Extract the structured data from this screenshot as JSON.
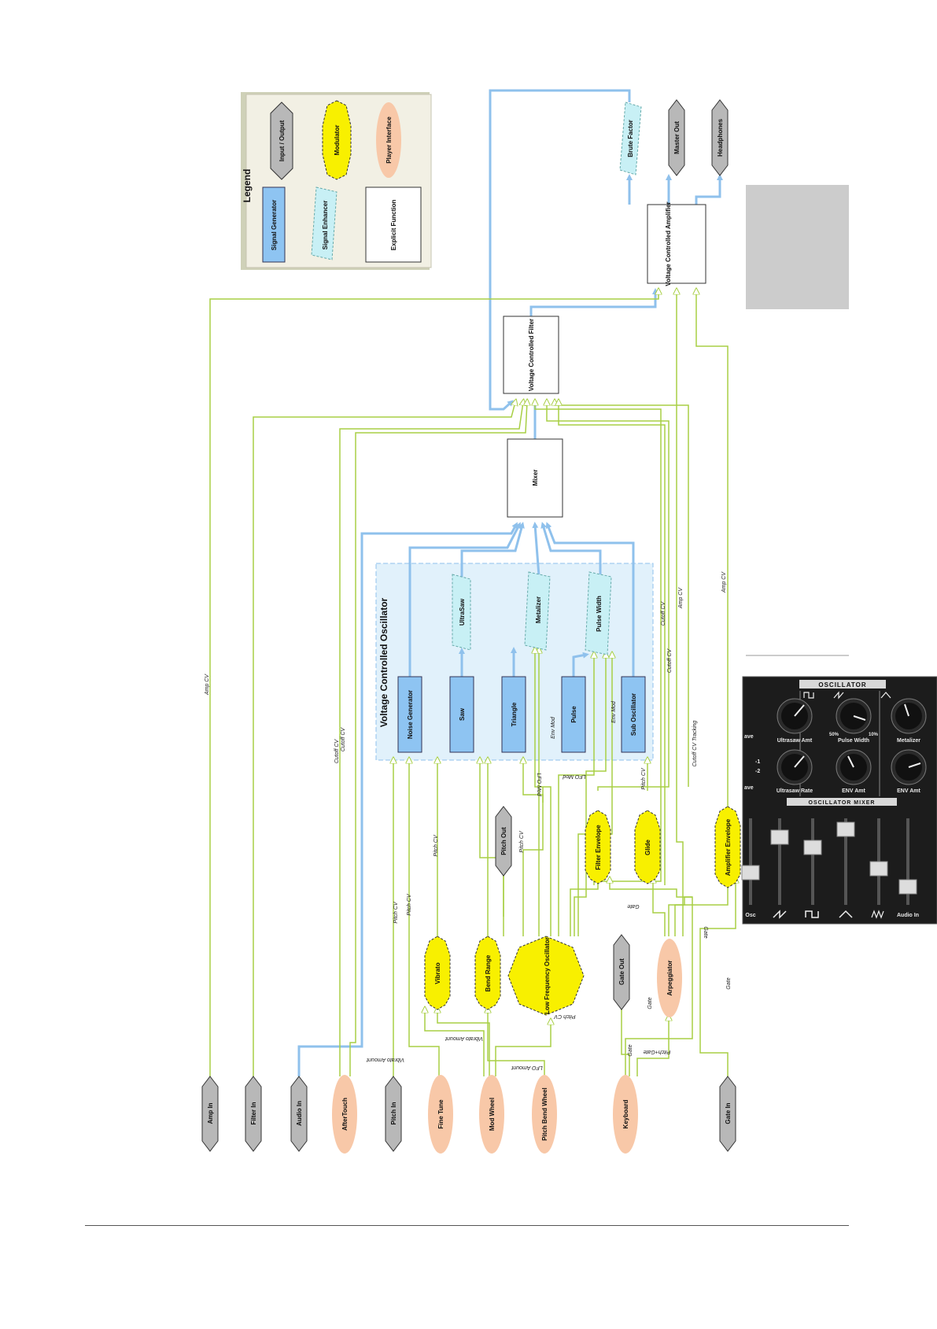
{
  "legend": {
    "title": "Legend",
    "items": [
      "Signal Generator",
      "Signal Enhancer",
      "Explicit Function",
      "Input / Output",
      "Modulator",
      "Player Interface"
    ]
  },
  "modules": {
    "vco_title": "Voltage Controlled Oscillator",
    "vca": "Voltage Controlled Amplifier",
    "vcf": "Voltage Controlled Filter",
    "mixer": "Mixer",
    "brute_factor": "Brute Factor",
    "master_out": "Master Out",
    "headphones": "Headphones",
    "noise_generator": "Noise Generator",
    "saw": "Saw",
    "triangle": "Triangle",
    "pulse": "Pulse",
    "sub_oscillator": "Sub Oscillator",
    "ultrasaw": "UltraSaw",
    "metalizer": "Metalizer",
    "pulse_width": "Pulse Width",
    "lfo": "Low Frequency Oscillator",
    "vibrato": "Vibrato",
    "bend_range": "Bend Range",
    "pitch_out": "Pitch Out",
    "gate_out": "Gate Out",
    "filter_envelope": "Filter Envelope",
    "glide": "Glide",
    "amplifier_envelope": "Amplifier Envelope",
    "arpeggiator": "Arpeggiator"
  },
  "inputs": {
    "amp_in": "Amp In",
    "filter_in": "Filter In",
    "audio_in": "Audio In",
    "aftertouch": "AfterTouch",
    "pitch_in": "Pitch In",
    "fine_tune": "Fine Tune",
    "mod_wheel": "Mod Wheel",
    "pitch_bend_wheel": "Pitch Bend Wheel",
    "keyboard": "Keyboard",
    "gate_in": "Gate In"
  },
  "wire_labels": {
    "amp_cv": "Amp CV",
    "cutoff_cv": "Cutoff CV",
    "pitch_cv": "Pitch CV",
    "env_mod": "Env Mod",
    "lfo_mod": "LFO Mod",
    "gate": "Gate",
    "cutoff_cv_tracking": "Cutoff CV Tracking",
    "vibrato_amount": "Vibrato Amount",
    "lfo_amount": "LFO Amount",
    "pitch_gate": "Pitch+Gate"
  },
  "panel": {
    "oscillator_title": "OSCILLATOR",
    "mixer_title": "OSCILLATOR MIXER",
    "knobs": [
      "Ultrasaw Amt",
      "Pulse Width",
      "Metalizer",
      "Ultrasaw Rate",
      "ENV Amt",
      "ENV Amt"
    ],
    "pw_min": "50%",
    "pw_max": "10%",
    "edge_top": "ave",
    "edge_bottom": "ave",
    "slider_labels": [
      "Osc",
      "Audio In"
    ],
    "osc_values": [
      "-1",
      "-2"
    ]
  },
  "colors": {
    "signal": "#8fc1ec",
    "cv": "#a8cf45",
    "signal_generator": "#8ec4f2",
    "signal_enhancer": "#c8f0f5",
    "modulator": "#f8f000",
    "player_interface": "#f8c8a8",
    "io": "#b8b8b8"
  }
}
